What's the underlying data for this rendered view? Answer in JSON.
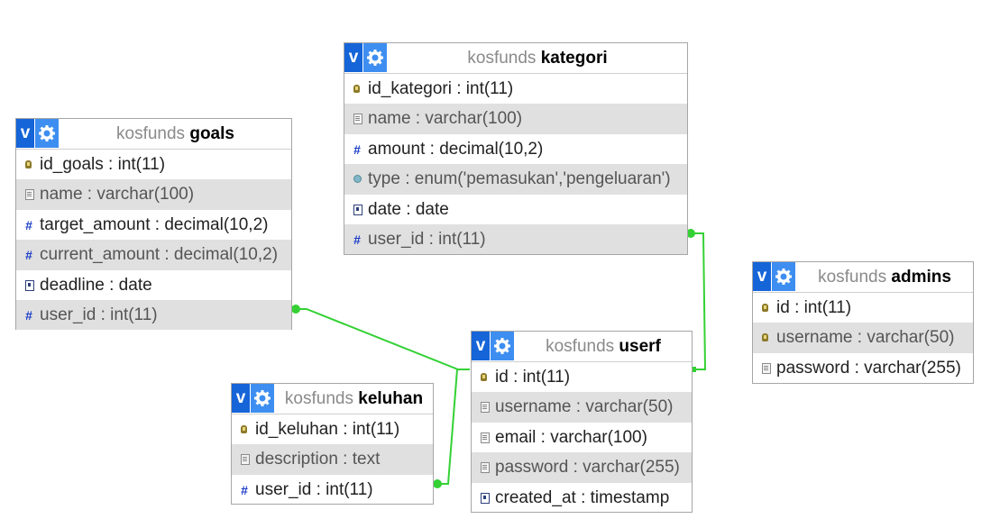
{
  "tables": {
    "goals": {
      "schema": "kosfunds",
      "name": "goals",
      "fields": [
        {
          "label": "id_goals : int(11)",
          "icon": "primary-key-icon"
        },
        {
          "label": "name : varchar(100)",
          "icon": "string-field-icon"
        },
        {
          "label": "target_amount : decimal(10,2)",
          "icon": "numeric-field-icon"
        },
        {
          "label": "current_amount : decimal(10,2)",
          "icon": "numeric-field-icon"
        },
        {
          "label": "deadline : date",
          "icon": "date-field-icon"
        },
        {
          "label": "user_id : int(11)",
          "icon": "numeric-field-icon"
        }
      ]
    },
    "kategori": {
      "schema": "kosfunds",
      "name": "kategori",
      "fields": [
        {
          "label": "id_kategori : int(11)",
          "icon": "primary-key-icon"
        },
        {
          "label": "name : varchar(100)",
          "icon": "string-field-icon"
        },
        {
          "label": "amount : decimal(10,2)",
          "icon": "numeric-field-icon"
        },
        {
          "label": "type : enum('pemasukan','pengeluaran')",
          "icon": "enum-field-icon"
        },
        {
          "label": "date : date",
          "icon": "date-field-icon"
        },
        {
          "label": "user_id : int(11)",
          "icon": "numeric-field-icon"
        }
      ]
    },
    "admins": {
      "schema": "kosfunds",
      "name": "admins",
      "fields": [
        {
          "label": "id : int(11)",
          "icon": "primary-key-icon"
        },
        {
          "label": "username : varchar(50)",
          "icon": "unique-key-icon"
        },
        {
          "label": "password : varchar(255)",
          "icon": "string-field-icon"
        }
      ]
    },
    "userf": {
      "schema": "kosfunds",
      "name": "userf",
      "fields": [
        {
          "label": "id : int(11)",
          "icon": "primary-key-icon"
        },
        {
          "label": "username : varchar(50)",
          "icon": "string-field-icon"
        },
        {
          "label": "email : varchar(100)",
          "icon": "string-field-icon"
        },
        {
          "label": "password : varchar(255)",
          "icon": "string-field-icon"
        },
        {
          "label": "created_at : timestamp",
          "icon": "date-field-icon"
        }
      ]
    },
    "keluhan": {
      "schema": "kosfunds",
      "name": "keluhan",
      "fields": [
        {
          "label": "id_keluhan : int(11)",
          "icon": "primary-key-icon"
        },
        {
          "label": "description : text",
          "icon": "string-field-icon"
        },
        {
          "label": "user_id : int(11)",
          "icon": "numeric-field-icon"
        }
      ]
    }
  },
  "header_icons": {
    "toggle": "v",
    "options": "gear-icon"
  },
  "colors": {
    "relation_line": "#34d134",
    "row_alt": "#e0e0e0",
    "header_blue": "#1565d8"
  },
  "relations": [
    {
      "from": "goals.user_id",
      "to": "userf.id"
    },
    {
      "from": "kategori.user_id",
      "to": "userf.id"
    },
    {
      "from": "keluhan.user_id",
      "to": "userf.id"
    }
  ]
}
